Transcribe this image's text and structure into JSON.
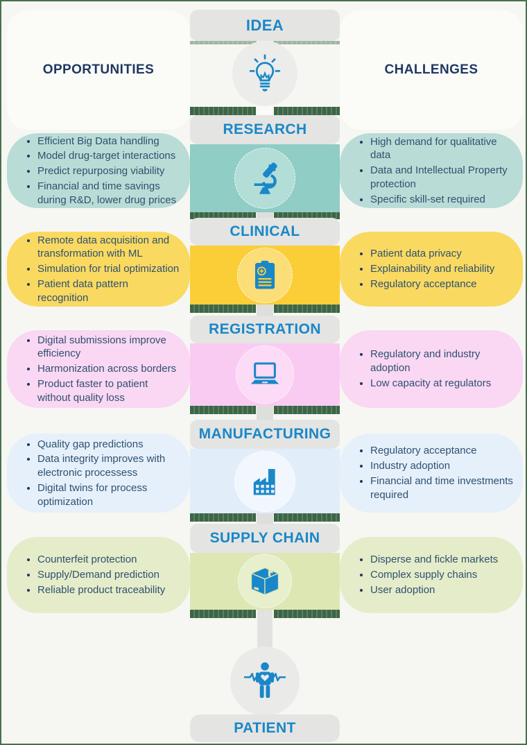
{
  "header": {
    "opportunities": "OPPORTUNITIES",
    "challenges": "CHALLENGES"
  },
  "colors": {
    "accent_blue": "#1987C8",
    "header_navy": "#1F3864",
    "bullet_text": "#2E5170",
    "pill_bg": "#E4E4E2",
    "connector_gray": "#DEDEDC",
    "circle_gray": "#ECECEA",
    "edge_green": "#46704E",
    "research_band": "#8FCDC5",
    "research_card": "#BADCD6",
    "clinical_band": "#FBCE38",
    "clinical_card": "#FAD961",
    "registration_band": "#FACBF2",
    "registration_card": "#FAD7F3",
    "manufacturing_band": "#E2EDFA",
    "manufacturing_card": "#E6F0FB",
    "supply_band": "#DDE7B4",
    "supply_card": "#E5ECC9"
  },
  "stages": [
    {
      "label": "IDEA",
      "icon": "lightbulb-icon"
    },
    {
      "label": "RESEARCH",
      "icon": "microscope-icon",
      "opportunities": [
        "Efficient Big Data handling",
        "Model drug-target interactions",
        "Predict repurposing viability",
        "Financial and time savings during R&D, lower drug prices"
      ],
      "challenges": [
        "High demand for qualitative data",
        "Data and Intellectual Property protection",
        "Specific skill-set required"
      ]
    },
    {
      "label": "CLINICAL",
      "icon": "clipboard-medical-icon",
      "opportunities": [
        "Remote data acquisition and transformation with ML",
        "Simulation for trial optimization",
        "Patient data pattern recognition"
      ],
      "challenges": [
        "Patient data privacy",
        "Explainability and reliability",
        "Regulatory acceptance"
      ]
    },
    {
      "label": "REGISTRATION",
      "icon": "laptop-icon",
      "opportunities": [
        "Digital submissions improve efficiency",
        "Harmonization across borders",
        "Product faster to patient without quality loss"
      ],
      "challenges": [
        "Regulatory and industry adoption",
        "Low capacity at regulators"
      ]
    },
    {
      "label": "MANUFACTURING",
      "icon": "factory-icon",
      "opportunities": [
        "Quality gap predictions",
        "Data integrity improves with electronic processess",
        "Digital twins for process optimization"
      ],
      "challenges": [
        "Regulatory acceptance",
        "Industry adoption",
        "Financial and time investments required"
      ]
    },
    {
      "label": "SUPPLY CHAIN",
      "icon": "shipping-box-icon",
      "opportunities": [
        "Counterfeit protection",
        "Supply/Demand prediction",
        "Reliable product traceability"
      ],
      "challenges": [
        "Disperse and fickle markets",
        "Complex supply chains",
        "User adoption"
      ]
    },
    {
      "label": "PATIENT",
      "icon": "patient-heartbeat-icon"
    }
  ]
}
